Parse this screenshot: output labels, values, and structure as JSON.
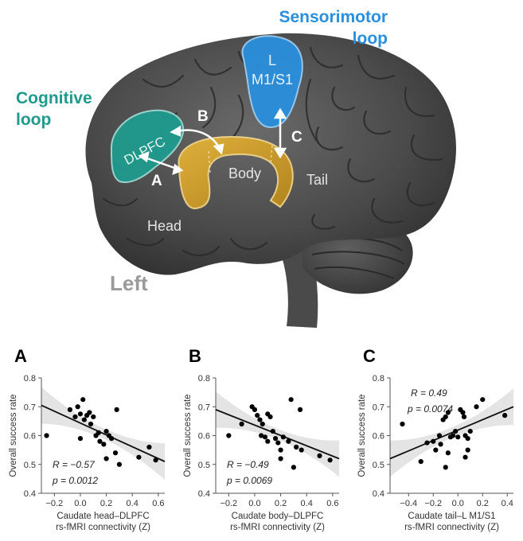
{
  "brain": {
    "sensorimotor_loop": [
      "Sensorimotor",
      "loop"
    ],
    "cognitive_loop": [
      "Cognitive",
      "loop"
    ],
    "m1s1_label": [
      "L",
      "M1/S1"
    ],
    "dlpfc_label": "DLPFC",
    "body_label": "Body",
    "tail_label": "Tail",
    "head_label": "Head",
    "hemisphere_label": "Left",
    "arrow_a": "A",
    "arrow_b": "B",
    "arrow_c": "C",
    "colors": {
      "sensorimotor": "#2a8fdc",
      "cognitive": "#1f9a8d",
      "caudate": "#d9a52b",
      "brain": "#4a4a4a"
    }
  },
  "chart_data": [
    {
      "type": "scatter",
      "panel_label": "A",
      "ylabel": "Overall success rate",
      "xlabel": [
        "Caudate head–DLPFC",
        "rs-fMRI connectivity (Z)"
      ],
      "xlim": [
        -0.3,
        0.65
      ],
      "ylim": [
        0.4,
        0.8
      ],
      "xticks": [
        -0.2,
        0.0,
        0.2,
        0.4,
        0.6
      ],
      "xtick_labels": [
        "−0.2",
        "0.0",
        "0.2",
        "0.4",
        "0.6"
      ],
      "yticks": [
        0.4,
        0.5,
        0.6,
        0.7,
        0.8
      ],
      "ytick_labels": [
        "0.4",
        "0.5",
        "0.6",
        "0.7",
        "0.8"
      ],
      "stat_r": "R = −0.57",
      "stat_p": "p = 0.0012",
      "fit": {
        "x": [
          -0.3,
          0.65
        ],
        "y": [
          0.705,
          0.51
        ]
      },
      "points": [
        {
          "x": -0.26,
          "y": 0.6
        },
        {
          "x": -0.08,
          "y": 0.69
        },
        {
          "x": -0.04,
          "y": 0.665
        },
        {
          "x": -0.02,
          "y": 0.7
        },
        {
          "x": 0.0,
          "y": 0.675
        },
        {
          "x": 0.02,
          "y": 0.725
        },
        {
          "x": 0.03,
          "y": 0.655
        },
        {
          "x": 0.05,
          "y": 0.67
        },
        {
          "x": 0.07,
          "y": 0.68
        },
        {
          "x": 0.0,
          "y": 0.59
        },
        {
          "x": 0.08,
          "y": 0.64
        },
        {
          "x": 0.1,
          "y": 0.665
        },
        {
          "x": 0.12,
          "y": 0.6
        },
        {
          "x": 0.14,
          "y": 0.61
        },
        {
          "x": 0.15,
          "y": 0.58
        },
        {
          "x": 0.18,
          "y": 0.57
        },
        {
          "x": 0.2,
          "y": 0.615
        },
        {
          "x": 0.22,
          "y": 0.6
        },
        {
          "x": 0.24,
          "y": 0.59
        },
        {
          "x": 0.28,
          "y": 0.69
        },
        {
          "x": 0.2,
          "y": 0.52
        },
        {
          "x": 0.3,
          "y": 0.5
        },
        {
          "x": 0.45,
          "y": 0.525
        },
        {
          "x": 0.53,
          "y": 0.56
        },
        {
          "x": 0.58,
          "y": 0.515
        },
        {
          "x": 0.27,
          "y": 0.54
        }
      ]
    },
    {
      "type": "scatter",
      "panel_label": "B",
      "ylabel": "Overall success rate",
      "xlabel": [
        "Caudate body–DLPFC",
        "rs-fMRI connectivity (Z)"
      ],
      "xlim": [
        -0.3,
        0.65
      ],
      "ylim": [
        0.4,
        0.8
      ],
      "xticks": [
        -0.2,
        0.0,
        0.2,
        0.4,
        0.6
      ],
      "xtick_labels": [
        "−0.2",
        "0.0",
        "0.2",
        "0.4",
        "0.6"
      ],
      "yticks": [
        0.4,
        0.5,
        0.6,
        0.7,
        0.8
      ],
      "ytick_labels": [
        "0.4",
        "0.5",
        "0.6",
        "0.7",
        "0.8"
      ],
      "stat_r": "R = −0.49",
      "stat_p": "p = 0.0069",
      "fit": {
        "x": [
          -0.3,
          0.65
        ],
        "y": [
          0.69,
          0.52
        ]
      },
      "points": [
        {
          "x": -0.2,
          "y": 0.6
        },
        {
          "x": -0.1,
          "y": 0.64
        },
        {
          "x": -0.02,
          "y": 0.7
        },
        {
          "x": 0.0,
          "y": 0.69
        },
        {
          "x": 0.02,
          "y": 0.67
        },
        {
          "x": 0.04,
          "y": 0.655
        },
        {
          "x": 0.06,
          "y": 0.64
        },
        {
          "x": 0.1,
          "y": 0.675
        },
        {
          "x": 0.12,
          "y": 0.665
        },
        {
          "x": 0.08,
          "y": 0.595
        },
        {
          "x": 0.1,
          "y": 0.58
        },
        {
          "x": 0.14,
          "y": 0.615
        },
        {
          "x": 0.16,
          "y": 0.59
        },
        {
          "x": 0.18,
          "y": 0.575
        },
        {
          "x": 0.2,
          "y": 0.55
        },
        {
          "x": 0.22,
          "y": 0.595
        },
        {
          "x": 0.26,
          "y": 0.58
        },
        {
          "x": 0.28,
          "y": 0.725
        },
        {
          "x": 0.32,
          "y": 0.56
        },
        {
          "x": 0.35,
          "y": 0.69
        },
        {
          "x": 0.36,
          "y": 0.55
        },
        {
          "x": 0.2,
          "y": 0.52
        },
        {
          "x": 0.3,
          "y": 0.49
        },
        {
          "x": 0.5,
          "y": 0.53
        },
        {
          "x": 0.58,
          "y": 0.515
        },
        {
          "x": 0.05,
          "y": 0.6
        }
      ]
    },
    {
      "type": "scatter",
      "panel_label": "C",
      "ylabel": "Overall success rate",
      "xlabel": [
        "Caudate tail–L M1/S1",
        "rs-fMRI connectivity (Z)"
      ],
      "xlim": [
        -0.55,
        0.45
      ],
      "ylim": [
        0.4,
        0.8
      ],
      "xticks": [
        -0.4,
        -0.2,
        0.0,
        0.2,
        0.4
      ],
      "xtick_labels": [
        "−0.4",
        "−0.2",
        "0.0",
        "0.2",
        "0.4"
      ],
      "yticks": [
        0.4,
        0.5,
        0.6,
        0.7,
        0.8
      ],
      "ytick_labels": [
        "0.4",
        "0.5",
        "0.6",
        "0.7",
        "0.8"
      ],
      "stat_r": "R = 0.49",
      "stat_p": "p = 0.0074",
      "fit": {
        "x": [
          -0.55,
          0.45
        ],
        "y": [
          0.52,
          0.7
        ]
      },
      "points": [
        {
          "x": -0.45,
          "y": 0.64
        },
        {
          "x": -0.3,
          "y": 0.51
        },
        {
          "x": -0.25,
          "y": 0.575
        },
        {
          "x": -0.2,
          "y": 0.58
        },
        {
          "x": -0.18,
          "y": 0.55
        },
        {
          "x": -0.15,
          "y": 0.6
        },
        {
          "x": -0.14,
          "y": 0.57
        },
        {
          "x": -0.12,
          "y": 0.655
        },
        {
          "x": -0.1,
          "y": 0.665
        },
        {
          "x": -0.08,
          "y": 0.68
        },
        {
          "x": -0.06,
          "y": 0.595
        },
        {
          "x": -0.04,
          "y": 0.6
        },
        {
          "x": -0.02,
          "y": 0.615
        },
        {
          "x": 0.0,
          "y": 0.595
        },
        {
          "x": 0.02,
          "y": 0.69
        },
        {
          "x": 0.04,
          "y": 0.68
        },
        {
          "x": 0.05,
          "y": 0.665
        },
        {
          "x": 0.06,
          "y": 0.6
        },
        {
          "x": 0.08,
          "y": 0.59
        },
        {
          "x": 0.1,
          "y": 0.615
        },
        {
          "x": 0.06,
          "y": 0.525
        },
        {
          "x": 0.15,
          "y": 0.7
        },
        {
          "x": 0.2,
          "y": 0.725
        },
        {
          "x": 0.38,
          "y": 0.67
        },
        {
          "x": -0.1,
          "y": 0.49
        },
        {
          "x": -0.08,
          "y": 0.54
        },
        {
          "x": 0.08,
          "y": 0.55
        }
      ]
    }
  ]
}
